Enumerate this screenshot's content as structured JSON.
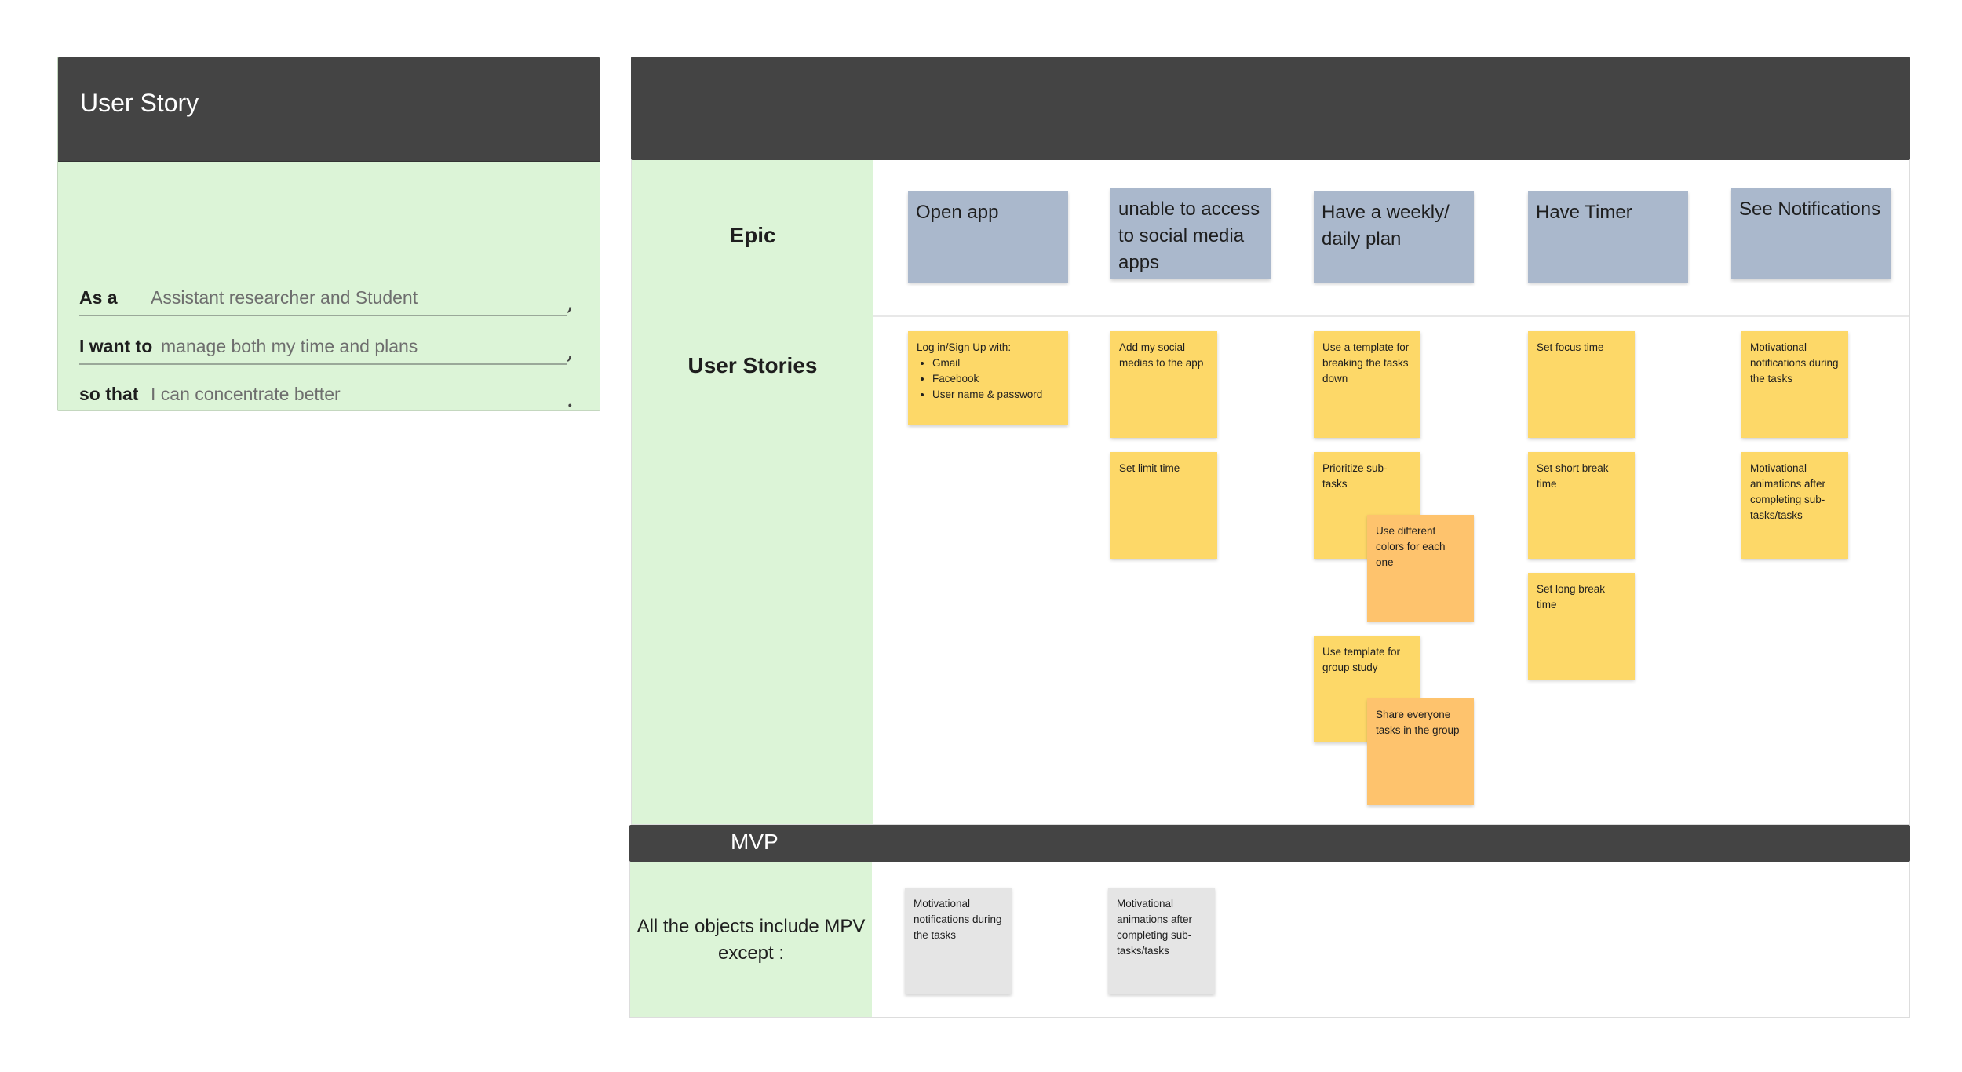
{
  "user_story": {
    "title": "User Story",
    "rows": [
      {
        "label": "As a",
        "value": "Assistant researcher and Student",
        "punct": ","
      },
      {
        "label": "I want to",
        "value": "manage both my time and plans",
        "punct": ","
      },
      {
        "label": "so that",
        "value": "I can concentrate better",
        "punct": "."
      }
    ]
  },
  "board": {
    "header_title": "",
    "epic_label": "Epic",
    "user_stories_label": "User Stories",
    "epics": [
      "Open app",
      "unable to access to social media apps",
      "Have a weekly/ daily plan",
      "Have Timer",
      "See Notifications"
    ],
    "stories": {
      "login_intro": "Log in/Sign Up with:",
      "login_options": [
        "Gmail",
        "Facebook",
        "User name & password"
      ],
      "add_social": "Add my social medias to the app",
      "set_limit": "Set limit time",
      "template_breaking": "Use a template for breaking the tasks down",
      "prioritize": "Prioritize sub-tasks",
      "different_colors": "Use different colors for each one",
      "group_template": "Use template for group study",
      "share_tasks": "Share everyone tasks in the group",
      "focus_time": "Set focus time",
      "short_break": "Set short break time",
      "long_break": "Set long break time",
      "motivational_notifications": "Motivational notifications during the tasks",
      "motivational_animations": "Motivational animations after completing sub-tasks/tasks"
    }
  },
  "mvp": {
    "title": "MVP",
    "description": "All the objects include MPV except :",
    "excluded": [
      "Motivational notifications during the tasks",
      "Motivational animations after completing sub-tasks/tasks"
    ]
  },
  "colors": {
    "header_dark": "#444444",
    "green_panel": "#dcf4d7",
    "epic_card": "#aab8cc",
    "sticky_yellow": "#fdd868",
    "sticky_orange": "#fec36d",
    "sticky_grey": "#e5e5e5"
  }
}
